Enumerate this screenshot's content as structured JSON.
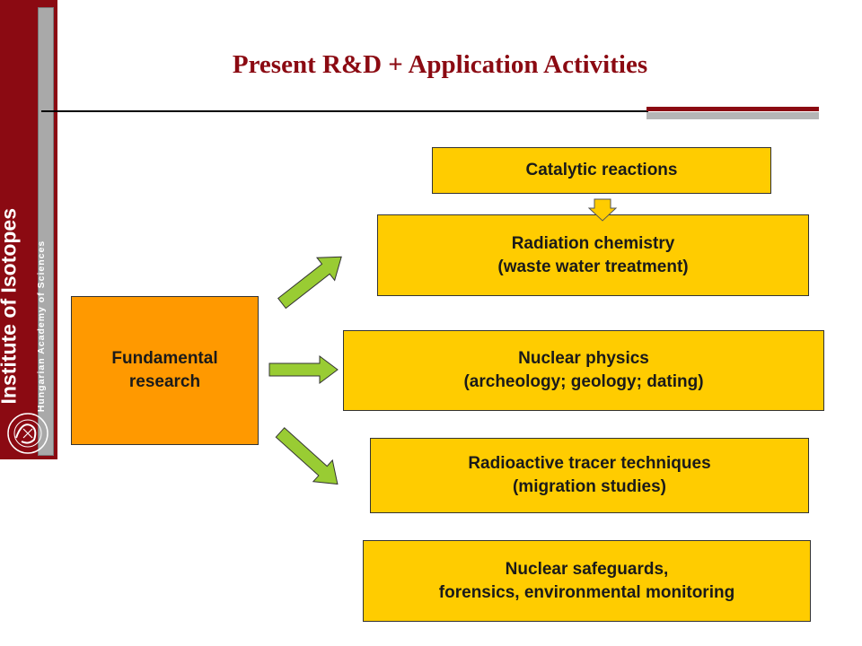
{
  "banner": {
    "institute": "Institute of Isotopes",
    "academy": "Hungarian Academy of Sciences"
  },
  "slide": {
    "title": "Present R&D + Application Activities"
  },
  "diagram": {
    "source": {
      "line1": "Fundamental",
      "line2": "research"
    },
    "boxes": {
      "catalytic": {
        "line1": "Catalytic reactions"
      },
      "radiation": {
        "line1": "Radiation chemistry",
        "line2": "(waste water treatment)"
      },
      "nuclear_physics": {
        "line1": "Nuclear physics",
        "line2": "(archeology; geology; dating)"
      },
      "tracer": {
        "line1": "Radioactive tracer techniques",
        "line2": "(migration studies)"
      },
      "safeguards": {
        "line1": "Nuclear safeguards,",
        "line2": "forensics, environmental monitoring"
      }
    }
  },
  "colors": {
    "banner": "#8b0a12",
    "box_yellow": "#ffcc00",
    "box_orange": "#ff9900",
    "arrow_green": "#99cc33"
  }
}
